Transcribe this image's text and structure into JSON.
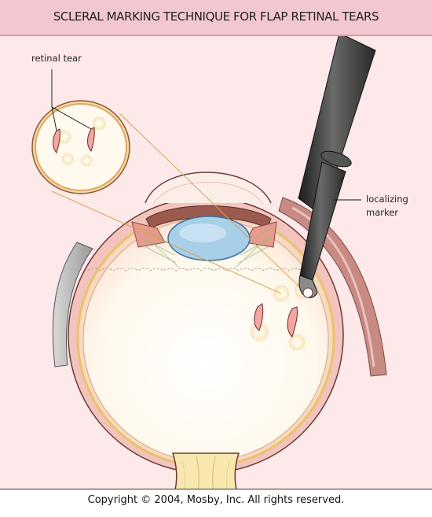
{
  "title": "SCLERAL MARKING TECHNIQUE FOR FLAP RETINAL TEARS",
  "labels": {
    "retinal_tear": "retinal tear",
    "localizing_marker_line1": "localizing",
    "localizing_marker_line2": "marker"
  },
  "copyright": "Copyright © 2004, Mosby, Inc. All rights reserved.",
  "colors": {
    "title_band": "#f3c7cf",
    "panel_background": "#fde9ea",
    "sclera": "#f3c3bd",
    "eye_interior": "#fffaf0",
    "lens": "#a8cfe8",
    "retina_line": "#e8c36b",
    "instrument": "#3a3a3a"
  }
}
